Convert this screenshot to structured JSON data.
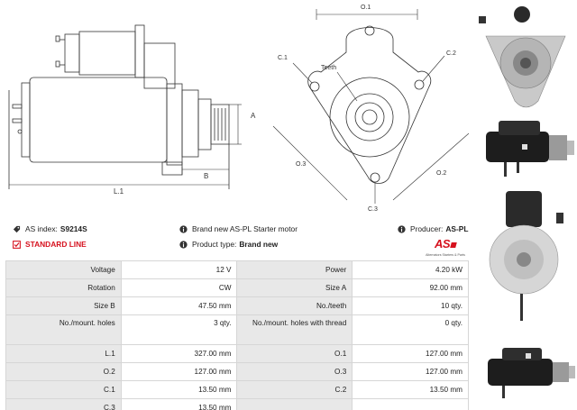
{
  "diagram": {
    "labels": {
      "o1": "O.1",
      "c1": "C.1",
      "c2": "C.2",
      "c3": "C.3",
      "teeth": "Teeth",
      "o3": "O.3",
      "o2": "O.2",
      "a": "A",
      "b": "B",
      "l1": "L.1"
    }
  },
  "info": {
    "as_index_label": "AS index:",
    "as_index_value": "S9214S",
    "standard_line": "STANDARD LINE",
    "description": "Brand new AS-PL Starter motor",
    "product_type_label": "Product type:",
    "product_type_value": "Brand new",
    "producer_label": "Producer:",
    "producer_value": "AS-PL",
    "logo_text": "AS",
    "logo_sub": "Alternators Starters & Parts"
  },
  "specs": {
    "rows": [
      [
        "Voltage",
        "12 V",
        "Power",
        "4.20 kW"
      ],
      [
        "Rotation",
        "CW",
        "Size A",
        "92.00 mm"
      ],
      [
        "Size B",
        "47.50 mm",
        "No./teeth",
        "10 qty."
      ],
      [
        "No./mount. holes",
        "3 qty.",
        "No./mount. holes with thread",
        "0 qty."
      ],
      [
        "L.1",
        "327.00 mm",
        "O.1",
        "127.00 mm"
      ],
      [
        "O.2",
        "127.00 mm",
        "O.3",
        "127.00 mm"
      ],
      [
        "C.1",
        "13.50 mm",
        "C.2",
        "13.50 mm"
      ],
      [
        "C.3",
        "13.50 mm",
        "",
        ""
      ]
    ]
  },
  "colors": {
    "accent": "#d6111e",
    "label_bg": "#e8e8e8",
    "border": "#d6d6d6"
  }
}
